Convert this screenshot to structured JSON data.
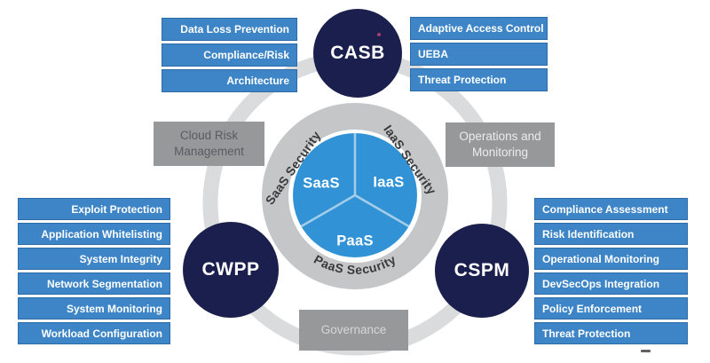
{
  "diagram": {
    "center": {
      "pie_segments": {
        "saas": "SaaS",
        "iaas": "IaaS",
        "paas": "PaaS"
      },
      "ring_labels": {
        "saas": "SaaS Security",
        "iaas": "IaaS Security",
        "paas": "PaaS Security"
      }
    },
    "nodes": {
      "casb": "CASB",
      "cwpp": "CWPP",
      "cspm": "CSPM"
    },
    "gray_boxes": {
      "cloud_risk": "Cloud Risk Management",
      "operations": "Operations and Monitoring",
      "governance": "Governance"
    },
    "casb_items_left": [
      "Data Loss Prevention",
      "Compliance/Risk",
      "Architecture"
    ],
    "casb_items_right": [
      "Adaptive Access Control",
      "UEBA",
      "Threat Protection"
    ],
    "cwpp_items": [
      "Exploit Protection",
      "Application Whitelisting",
      "System Integrity",
      "Network Segmentation",
      "System Monitoring",
      "Workload Configuration"
    ],
    "cspm_items": [
      "Compliance Assessment",
      "Risk Identification",
      "Operational Monitoring",
      "DevSecOps Integration",
      "Policy Enforcement",
      "Threat Protection"
    ]
  },
  "colors": {
    "item_blue": "#3d85c6",
    "item_border_blue": "#2d6ca8",
    "node_navy": "#1b1f4e",
    "pie_blue": "#3193d5",
    "pie_divider": "#a5cdea",
    "inner_ring_gray": "#c5c6c8",
    "orbit_gray": "#dadbdd",
    "gray_box": "#97989a",
    "artifact_dot": "#a63d73",
    "artifact_dash": "#5f6163"
  }
}
